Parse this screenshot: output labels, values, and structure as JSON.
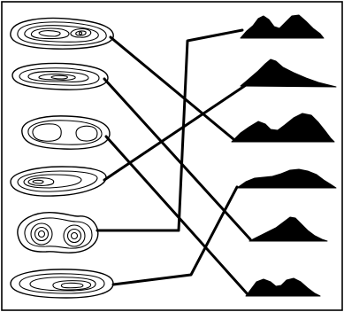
{
  "diagram": {
    "type": "matching",
    "description_text": "",
    "contour_maps": [
      {
        "id": "A",
        "shape": "elongated-with-offset-peak"
      },
      {
        "id": "B",
        "shape": "elongated-single-peak"
      },
      {
        "id": "C",
        "shape": "twin-peaks-small"
      },
      {
        "id": "D",
        "shape": "elongated-peak-left"
      },
      {
        "id": "E",
        "shape": "twin-peaks-round"
      },
      {
        "id": "F",
        "shape": "elongated-peak-right"
      }
    ],
    "profiles": [
      {
        "id": "1",
        "shape": "twin-humps"
      },
      {
        "id": "2",
        "shape": "single-steep-left"
      },
      {
        "id": "3",
        "shape": "twin-humps-right-higher"
      },
      {
        "id": "4",
        "shape": "plateau-rising-right"
      },
      {
        "id": "5",
        "shape": "single-peak-right"
      },
      {
        "id": "6",
        "shape": "twin-humps-left-higher"
      }
    ],
    "matches": [
      {
        "map": "A",
        "profile": "3"
      },
      {
        "map": "B",
        "profile": "5"
      },
      {
        "map": "C",
        "profile": "6"
      },
      {
        "map": "D",
        "profile": "2"
      },
      {
        "map": "E",
        "profile": "1"
      },
      {
        "map": "F",
        "profile": "4"
      }
    ]
  }
}
